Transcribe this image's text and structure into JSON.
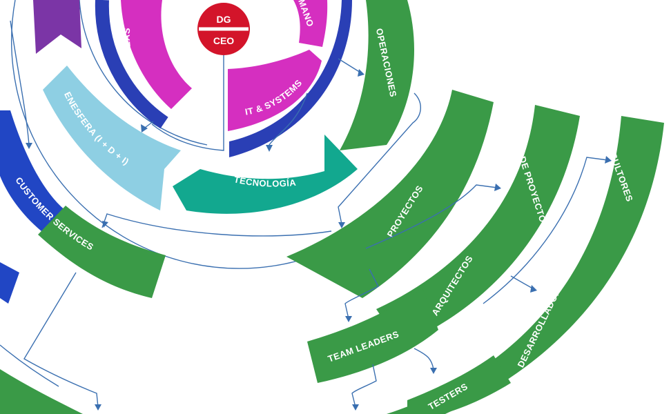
{
  "colors": {
    "green": "#3a9a47",
    "teal": "#12a88f",
    "lightblue": "#8ecfe3",
    "blue": "#2a3fb5",
    "royal": "#2146c4",
    "magenta": "#d52fc0",
    "purple": "#7b35a6",
    "red": "#d3142a",
    "connector": "#3a6fb0"
  },
  "center": {
    "top": "DG",
    "bottom": "CEO"
  },
  "units": {
    "admon": "ADMON. & FINZAS",
    "rrhh": "MANO",
    "it": "IT & SYSTEMS",
    "id": "ENESFERA (I + D + I)",
    "tecnologia": "TECNOLOGÍA",
    "operaciones": "OPERACIONES",
    "customer": "CUSTOMER SERVICES",
    "proyectos": "PROYECTOS",
    "jefes": "JEFES DE PROYECTO",
    "consultores": "CONSULTORES",
    "arquitectos": "ARQUITECTOS",
    "team_leaders": "TEAM LEADERS",
    "desarrolladores": "DESARROLLADORES",
    "testers": "TESTERS"
  }
}
